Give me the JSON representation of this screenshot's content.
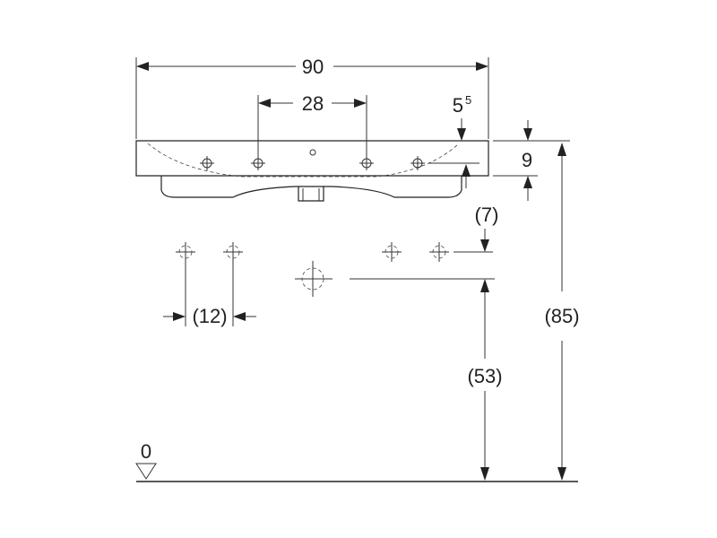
{
  "dimensions": {
    "overall_width": "90",
    "tap_spacing": "28",
    "rim_offset_base": "5",
    "rim_offset_sup": "5",
    "rim_height": "9",
    "hole_offset": "(7)",
    "hole_spacing": "(12)",
    "waste_height": "(53)",
    "total_height": "(85)",
    "floor_level": "0"
  },
  "colors": {
    "line": "#222222",
    "background": "#ffffff"
  }
}
